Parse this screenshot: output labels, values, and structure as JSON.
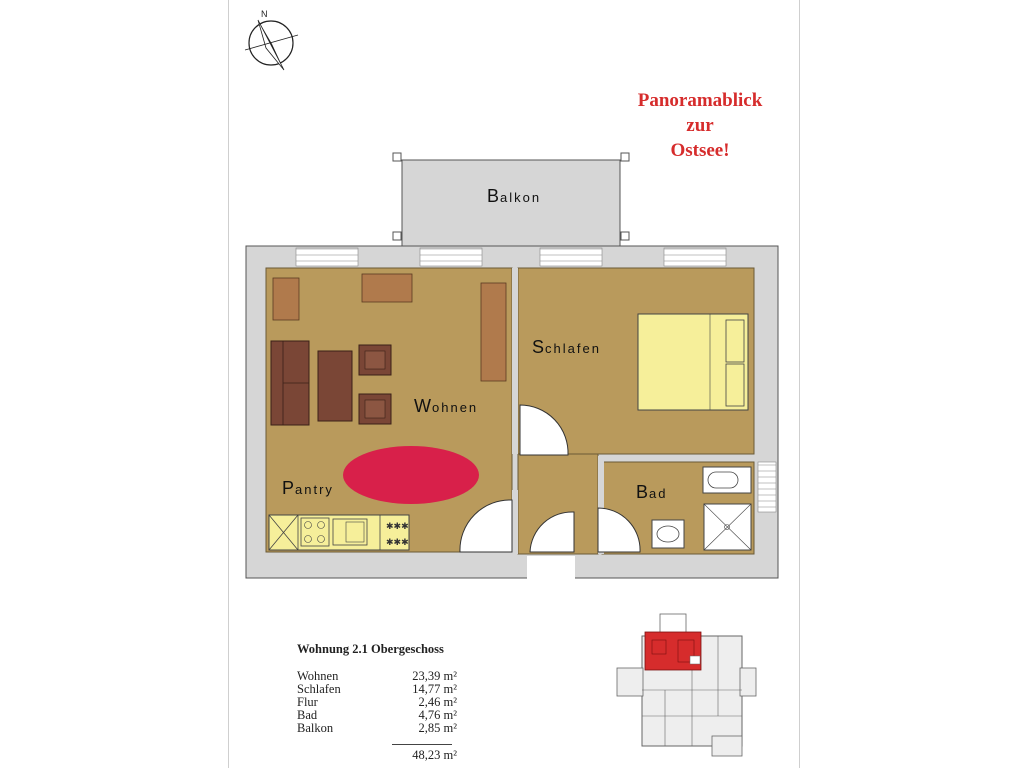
{
  "slogan": {
    "line1": "Panoramablick",
    "line2": "zur",
    "line3": "Ostsee!"
  },
  "compass": {
    "north_letter": "N"
  },
  "rooms": {
    "balkon": {
      "first": "B",
      "rest": "alkon"
    },
    "schlafen": {
      "first": "S",
      "rest": "chlafen"
    },
    "wohnen": {
      "first": "W",
      "rest": "ohnen"
    },
    "pantry": {
      "first": "P",
      "rest": "antry"
    },
    "bad": {
      "first": "B",
      "rest": "ad"
    }
  },
  "colors": {
    "floor": "#b99a5c",
    "wall": "#d6d6d6",
    "furniture": "#b07a4c",
    "sofa": "#7a4636",
    "bed": "#f6ef9a",
    "rug": "#d8204a",
    "slogan": "#d62c2c",
    "highlight": "#d62c2c"
  },
  "info": {
    "title": "Wohnung 2.1  Obergeschoss",
    "areas": [
      {
        "room": "Wohnen",
        "area": "23,39 m²"
      },
      {
        "room": "Schlafen",
        "area": "14,77 m²"
      },
      {
        "room": "Flur",
        "area": "2,46 m²"
      },
      {
        "room": "Bad",
        "area": "4,76 m²"
      },
      {
        "room": "Balkon",
        "area": "2,85 m²"
      }
    ],
    "total": "48,23 m²"
  }
}
